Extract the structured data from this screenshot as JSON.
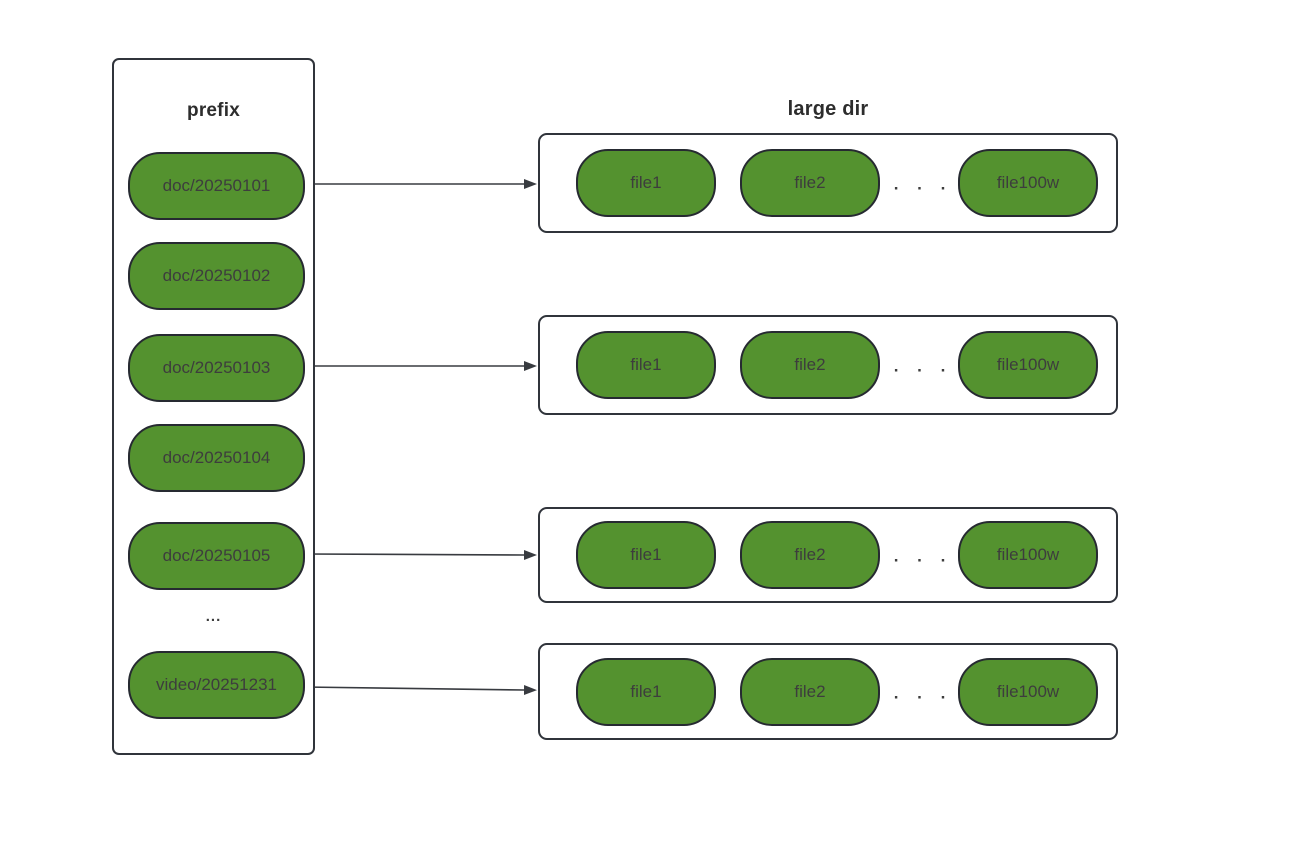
{
  "colors": {
    "pill_fill": "#54922f",
    "pill_stroke": "#262a31",
    "box_stroke": "#30343b",
    "arrow": "#383b40",
    "pill_text": "#3d3d3d",
    "title_text": "#2d2d2d",
    "canvas_bg": "#ffffff"
  },
  "prefix_panel": {
    "title": "prefix",
    "pills": [
      "doc/20250101",
      "doc/20250102",
      "doc/20250103",
      "doc/20250104",
      "doc/20250105",
      "video/20251231"
    ],
    "ellipsis": "..."
  },
  "large_dir": {
    "title": "large dir",
    "ellipsis": ". . .",
    "rows": [
      {
        "files": [
          "file1",
          "file2",
          "file100w"
        ]
      },
      {
        "files": [
          "file1",
          "file2",
          "file100w"
        ]
      },
      {
        "files": [
          "file1",
          "file2",
          "file100w"
        ]
      },
      {
        "files": [
          "file1",
          "file2",
          "file100w"
        ]
      }
    ]
  }
}
